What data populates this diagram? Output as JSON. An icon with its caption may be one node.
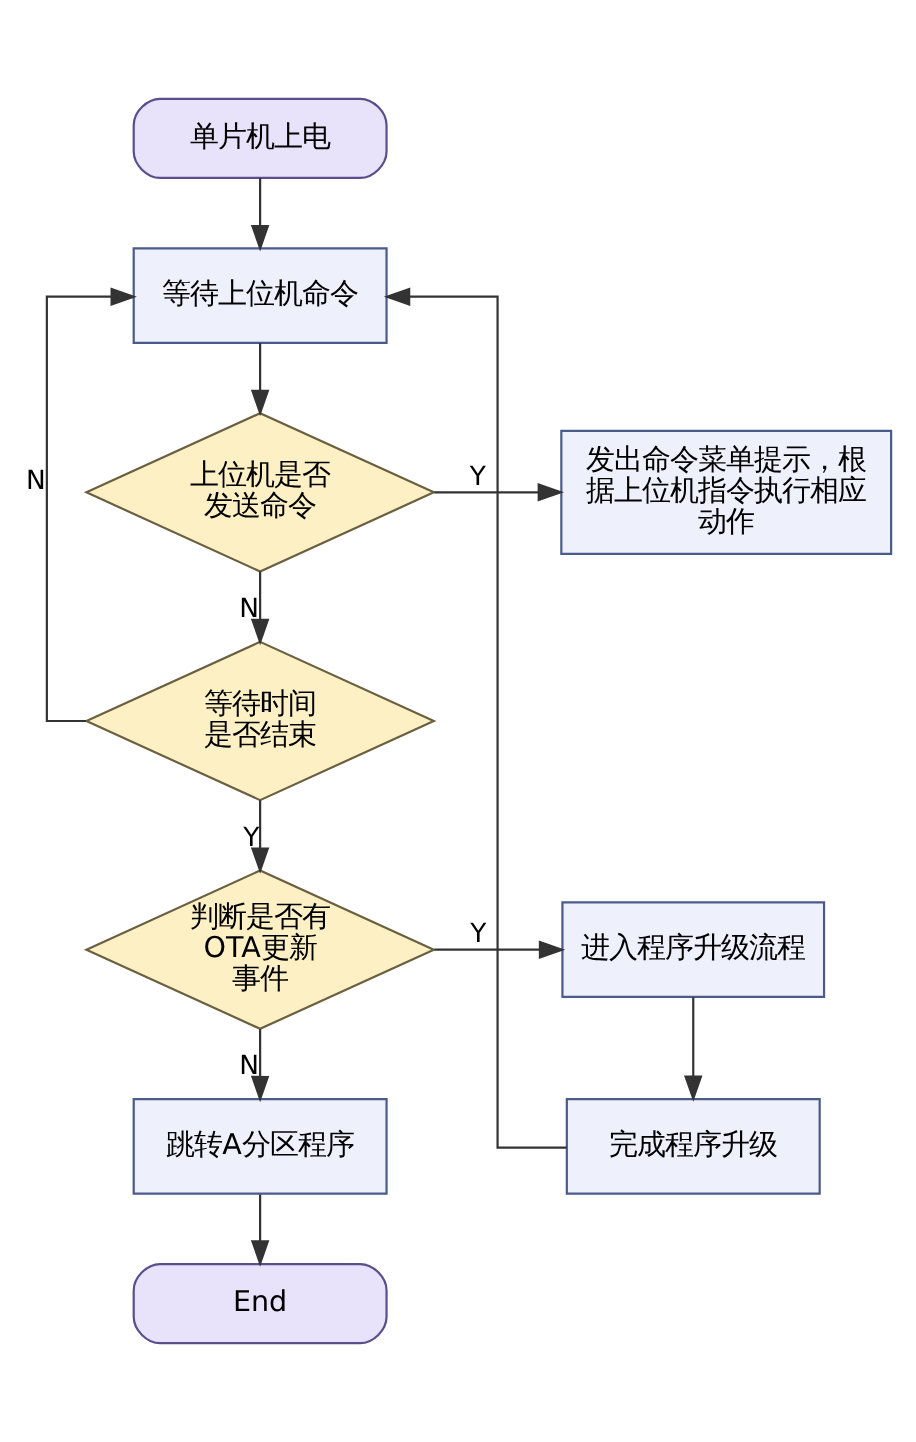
{
  "diagram": {
    "nodes": [
      {
        "text": [
          "单片机上电"
        ]
      },
      {
        "text": [
          "等待上位机命令"
        ]
      },
      {
        "text": [
          "上位机是否发送命令"
        ]
      },
      {
        "text": [
          "发出命令菜单提示，根据上位机指令执行相应动作"
        ]
      },
      {
        "text": [
          "等待时间是否结束"
        ]
      },
      {
        "text": [
          "判断是否有OTA更新事件"
        ]
      },
      {
        "text": [
          "进入程序升级流程"
        ]
      },
      {
        "text": [
          "跳转A分区程序"
        ]
      },
      {
        "text": [
          "完成程序升级"
        ]
      },
      {
        "text": [
          "End"
        ]
      }
    ],
    "edges": [
      {
        "from": 0,
        "to": 1,
        "arrow": "to"
      },
      {
        "from": 1,
        "to": 2,
        "arrow": "to"
      },
      {
        "from": 2,
        "to": 3,
        "arrow": "to",
        "label": "Y"
      },
      {
        "from": 2,
        "to": 4,
        "arrow": "to",
        "label": "N"
      },
      {
        "from": 4,
        "to": 1,
        "arrow": "to",
        "label": "N"
      },
      {
        "from": 4,
        "to": 5,
        "arrow": "to",
        "label": "Y"
      },
      {
        "from": 5,
        "to": 6,
        "arrow": "to",
        "label": "Y"
      },
      {
        "from": 5,
        "to": 7,
        "arrow": "to",
        "label": "N"
      },
      {
        "from": 6,
        "to": 8,
        "arrow": "to"
      },
      {
        "from": 7,
        "to": 9,
        "arrow": "to"
      },
      {
        "from": 8,
        "to": 1,
        "arrow": "to"
      }
    ]
  }
}
